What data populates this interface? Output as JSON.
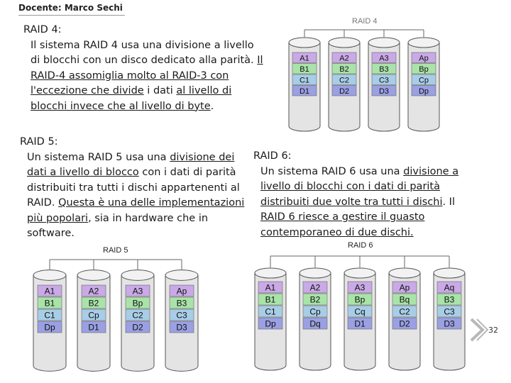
{
  "header": {
    "author": "Docente: Marco Sechi"
  },
  "raid4": {
    "title": "RAID 4:",
    "body_parts": [
      {
        "t": "Il sistema RAID 4 usa una divisione a livello di blocchi con un disco dedicato alla parità. ",
        "u": false
      },
      {
        "t": "Il RAID-4 assomiglia molto al RAID-3 con l'eccezione che divide",
        "u": true
      },
      {
        "t": " i dati ",
        "u": false
      },
      {
        "t": "al livello di blocchi invece che al livello di byte",
        "u": true
      },
      {
        "t": ".",
        "u": false
      }
    ],
    "diagram_label": "RAID 4",
    "disks": [
      [
        "A1",
        "B1",
        "C1",
        "D1"
      ],
      [
        "A2",
        "B2",
        "C2",
        "D2"
      ],
      [
        "A3",
        "B3",
        "C3",
        "D3"
      ],
      [
        "Ap",
        "Bp",
        "Cp",
        "Dp"
      ]
    ]
  },
  "raid5": {
    "title": "RAID 5:",
    "body_parts": [
      {
        "t": "Un sistema RAID 5 usa una ",
        "u": false
      },
      {
        "t": "divisione dei dati a livello di blocco",
        "u": true
      },
      {
        "t": " con i dati di parità distribuiti tra tutti i dischi appartenenti al RAID. ",
        "u": false
      },
      {
        "t": "Questa è una delle implementazioni più popolari",
        "u": true
      },
      {
        "t": ", sia in hardware che in software.",
        "u": false
      }
    ],
    "diagram_label": "RAID 5",
    "disks": [
      [
        "A1",
        "B1",
        "C1",
        "Dp"
      ],
      [
        "A2",
        "B2",
        "Cp",
        "D1"
      ],
      [
        "A3",
        "Bp",
        "C2",
        "D2"
      ],
      [
        "Ap",
        "B3",
        "C3",
        "D3"
      ]
    ]
  },
  "raid6": {
    "title": "RAID 6:",
    "body_parts": [
      {
        "t": "Un sistema RAID 6 usa una ",
        "u": false
      },
      {
        "t": "divisione a livello di blocchi con i dati di parità distribuiti due volte tra tutti i dischi",
        "u": true
      },
      {
        "t": ". Il ",
        "u": false
      },
      {
        "t": "RAID 6 riesce a gestire il guasto contemporaneo di due dischi.",
        "u": true
      }
    ],
    "diagram_label": "RAID 6",
    "disks": [
      [
        "A1",
        "B1",
        "C1",
        "Dp"
      ],
      [
        "A2",
        "B2",
        "Cp",
        "Dq"
      ],
      [
        "A3",
        "Bp",
        "Cq",
        "D1"
      ],
      [
        "Ap",
        "Bq",
        "C2",
        "D2"
      ],
      [
        "Aq",
        "B3",
        "C3",
        "D3"
      ]
    ]
  },
  "colors": {
    "rowA": "#c9a9e6",
    "rowB": "#a9e3a9",
    "rowC": "#a8cde6",
    "rowD": "#9aa0e2",
    "disk": "#e4e4e4",
    "accent_chevron": "#b8b8b8"
  },
  "footer": {
    "slide_number": "32"
  }
}
